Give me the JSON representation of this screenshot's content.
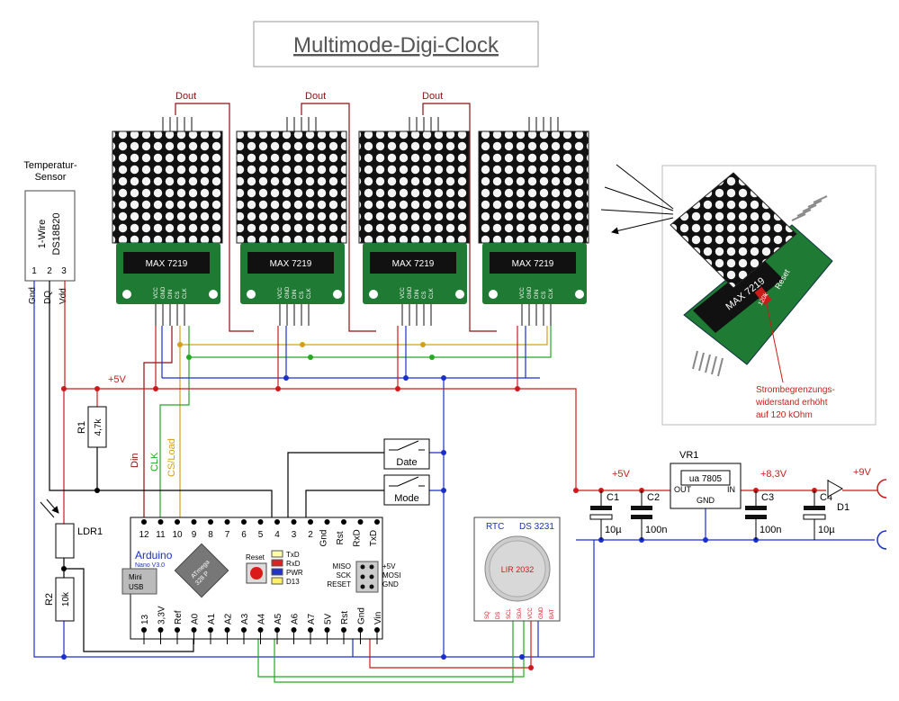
{
  "title": "Multimode-Digi-Clock",
  "sensor": {
    "heading1": "Temperatur-",
    "heading2": "Sensor",
    "type": "1-Wire",
    "part": "DS18B20",
    "pin1": "1",
    "pin2": "2",
    "pin3": "3",
    "gnd": "Gnd",
    "dq": "DQ",
    "vdd": "Vdd"
  },
  "matrix": {
    "chip": "MAX 7219",
    "dout": "Dout",
    "pins": [
      "VCC",
      "GND",
      "DIN",
      "CS",
      "CLK"
    ]
  },
  "rails": {
    "plus5_top": "+5V",
    "plus5_mid": "+5V",
    "plus83": "+8,3V",
    "plus9": "+9V"
  },
  "components": {
    "r1": "R1",
    "r1_val": "4,7k",
    "r2": "R2",
    "r2_val": "10k",
    "ldr": "LDR1",
    "vr1": "VR1",
    "vr1_part": "ua 7805",
    "vr1_out": "OUT",
    "vr1_in": "IN",
    "vr1_gnd": "GND",
    "c1": "C1",
    "c1_val": "10µ",
    "c2": "C2",
    "c2_val": "100n",
    "c3": "C3",
    "c3_val": "100n",
    "c4": "C4",
    "c4_val": "10µ",
    "d1": "D1"
  },
  "buttons": {
    "date": "Date",
    "mode": "Mode"
  },
  "signals": {
    "din": "Din",
    "clk": "CLK",
    "cs": "CS/Load"
  },
  "arduino": {
    "name": "Arduino",
    "sub": "Nano V3.0",
    "chip1": "ATmega",
    "chip2": "328 P",
    "top_pins": [
      "12",
      "11",
      "10",
      "9",
      "8",
      "7",
      "6",
      "5",
      "4",
      "3",
      "2",
      "Gnd",
      "Rst",
      "RxD",
      "TxD"
    ],
    "bottom_pins": [
      "13",
      "3,3V",
      "Ref",
      "A0",
      "A1",
      "A2",
      "A3",
      "A4",
      "A5",
      "A6",
      "A7",
      "5V",
      "Rst",
      "Gnd",
      "Vin"
    ],
    "usb1": "Mini",
    "usb2": "USB",
    "reset": "Reset",
    "leds": [
      "TxD",
      "RxD",
      "PWR",
      "D13"
    ],
    "icsp": [
      "MISO",
      "SCK",
      "RESET"
    ],
    "icsp_r": [
      "+5V",
      "MOSI",
      "GND"
    ]
  },
  "rtc": {
    "label": "RTC",
    "part": "DS 3231",
    "battery": "LIR 2032",
    "pins": [
      "SQ",
      "DS",
      "SCL",
      "SDA",
      "VCC",
      "GND",
      "BAT"
    ]
  },
  "photo": {
    "reset": "Reset",
    "chip": "MAX 7219",
    "r_label": "120k",
    "note1": "Strombegrenzungs-",
    "note2": "widerstand erhöht",
    "note3": "auf 120 kOhm"
  },
  "colors": {
    "red": "#cc1a1a",
    "blue": "#1a2ecc",
    "green": "#22aa22",
    "orange": "#d4a017",
    "darkred": "#8b1010",
    "pcb": "#1f7a33"
  }
}
